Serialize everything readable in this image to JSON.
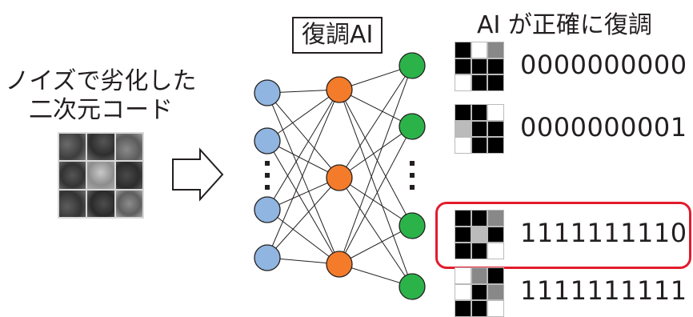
{
  "left": {
    "caption_line1": "ノイズで劣化した",
    "caption_line2": "二次元コード"
  },
  "network": {
    "title": "復調AI",
    "colors": {
      "input": "#8fb5e0",
      "hidden": "#f47b2a",
      "output": "#2bb34a"
    }
  },
  "results": {
    "title": "AI が正確に復調",
    "items": [
      {
        "label": "0000000000",
        "cells": [
          "#000",
          "#fff",
          "#888",
          "#000",
          "#000",
          "#000",
          "#fff",
          "#000",
          "#000"
        ],
        "highlighted": false
      },
      {
        "label": "0000000001",
        "cells": [
          "#000",
          "#000",
          "#fff",
          "#bbb",
          "#000",
          "#000",
          "#fff",
          "#000",
          "#000"
        ],
        "highlighted": false
      },
      {
        "label": "1111111110",
        "cells": [
          "#000",
          "#000",
          "#888",
          "#000",
          "#bbb",
          "#000",
          "#000",
          "#000",
          "#fff"
        ],
        "highlighted": true
      },
      {
        "label": "1111111111",
        "cells": [
          "#fff",
          "#888",
          "#000",
          "#fff",
          "#000",
          "#888",
          "#000",
          "#000",
          "#fff"
        ],
        "highlighted": false
      }
    ],
    "highlight_color": "#e31c2c"
  }
}
